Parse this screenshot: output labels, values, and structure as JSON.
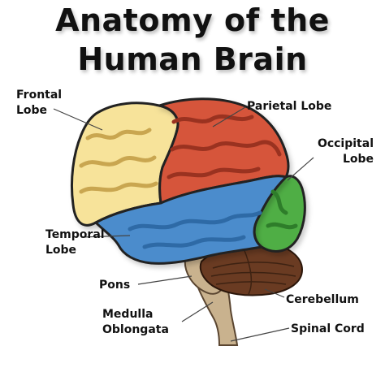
{
  "title": {
    "line1": "Anatomy of the",
    "line2": "Human Brain"
  },
  "labels": {
    "frontal": {
      "line1": "Frontal",
      "line2": "Lobe"
    },
    "parietal": "Parietal Lobe",
    "occipital": {
      "line1": "Occipital",
      "line2": "Lobe"
    },
    "temporal": {
      "line1": "Temporal",
      "line2": "Lobe"
    },
    "pons": "Pons",
    "medulla": {
      "line1": "Medulla",
      "line2": "Oblongata"
    },
    "cerebellum": "Cerebellum",
    "spinal": "Spinal Cord"
  },
  "colors": {
    "frontal": "#f7e39a",
    "parietal": "#d6553a",
    "occipital": "#4fae45",
    "temporal": "#4b8ccc",
    "cerebellum": "#6a3b22",
    "brainstem": "#c9b28e"
  }
}
